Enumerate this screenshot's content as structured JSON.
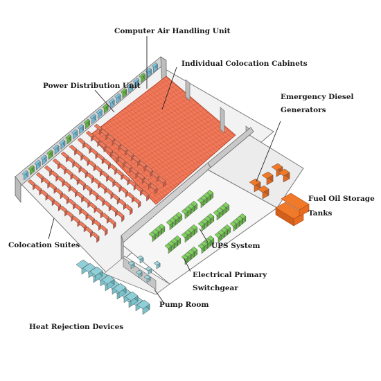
{
  "diagram": {
    "labels": {
      "crah": "Computer Air Handling Unit",
      "cabinets": "Individual Colocation Cabinets",
      "pdu": "Power Distribution Unit",
      "generators_1": "Emergency Diesel",
      "generators_2": "Generators",
      "fuel_1": "Fuel Oil Storage",
      "fuel_2": "Tanks",
      "suites": "Colocation Suites",
      "ups": "UPS System",
      "switchgear_1": "Electrical Primary",
      "switchgear_2": "Switchgear",
      "pump": "Pump Room",
      "heat": "Heat Rejection Devices"
    },
    "colors": {
      "cabinet": "#f0795a",
      "cabinet_dark": "#d9553a",
      "ups": "#7ed35a",
      "generator": "#f07a2a",
      "heat_device": "#8fd0d8",
      "wall": "#c9c9c9",
      "floor": "#f4f4f4"
    }
  }
}
